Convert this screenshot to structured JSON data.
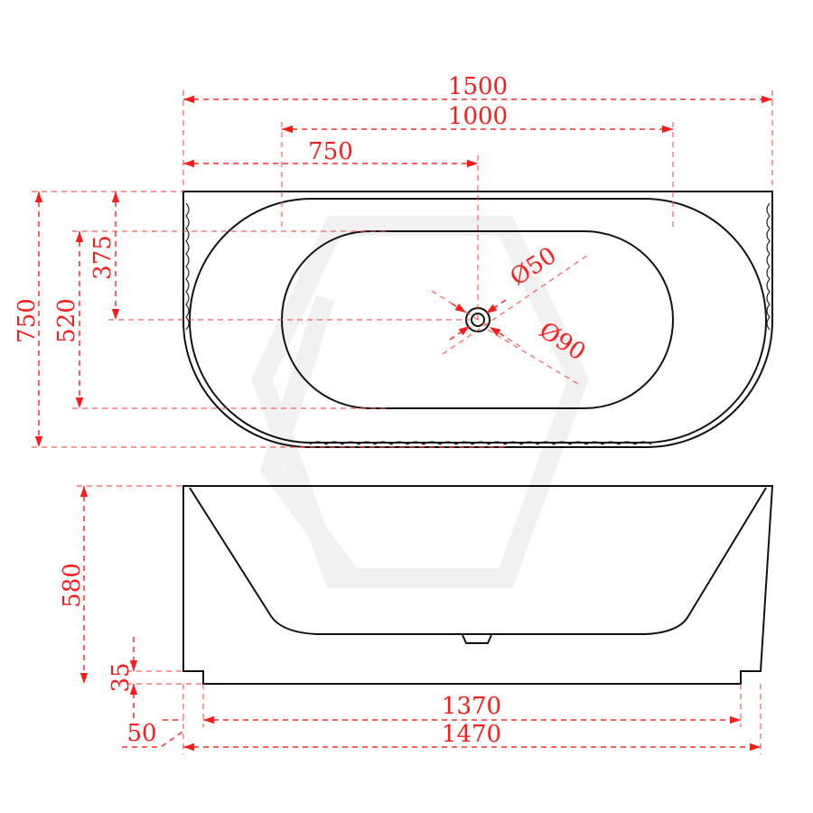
{
  "drawing": {
    "accent_color": "#ff1a1a",
    "outline_color": "#111111",
    "top_view": {
      "overall_length": "1500",
      "basin_length": "1000",
      "drain_offset_x": "750",
      "overall_width": "750",
      "basin_width": "520",
      "drain_offset_y": "375",
      "drain_inner_diameter": "Ø50",
      "drain_outer_diameter": "Ø90"
    },
    "side_view": {
      "height": "580",
      "plinth_height": "35",
      "plinth_inset": "50",
      "base_length": "1370",
      "bottom_length": "1470"
    }
  }
}
